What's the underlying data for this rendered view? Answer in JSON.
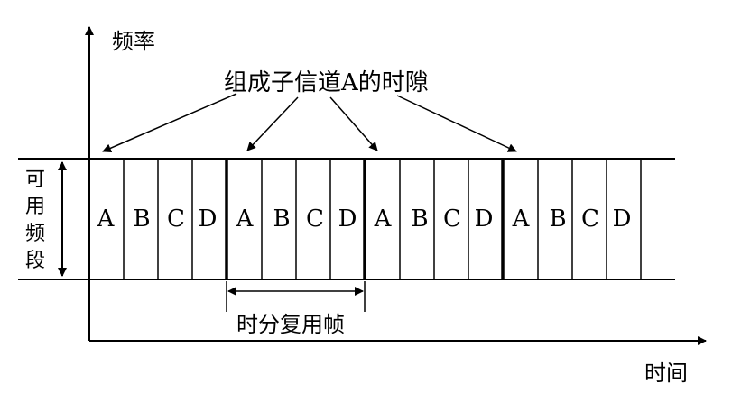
{
  "axes": {
    "y_label": "频率",
    "x_label": "时间"
  },
  "annotations": {
    "subchannel_a_slots": "组成子信道A的时隙",
    "available_band": [
      "可",
      "用",
      "频",
      "段"
    ],
    "tdm_frame": "时分复用帧"
  },
  "frame_slots": [
    "A",
    "B",
    "C",
    "D"
  ],
  "frame_count": 4
}
